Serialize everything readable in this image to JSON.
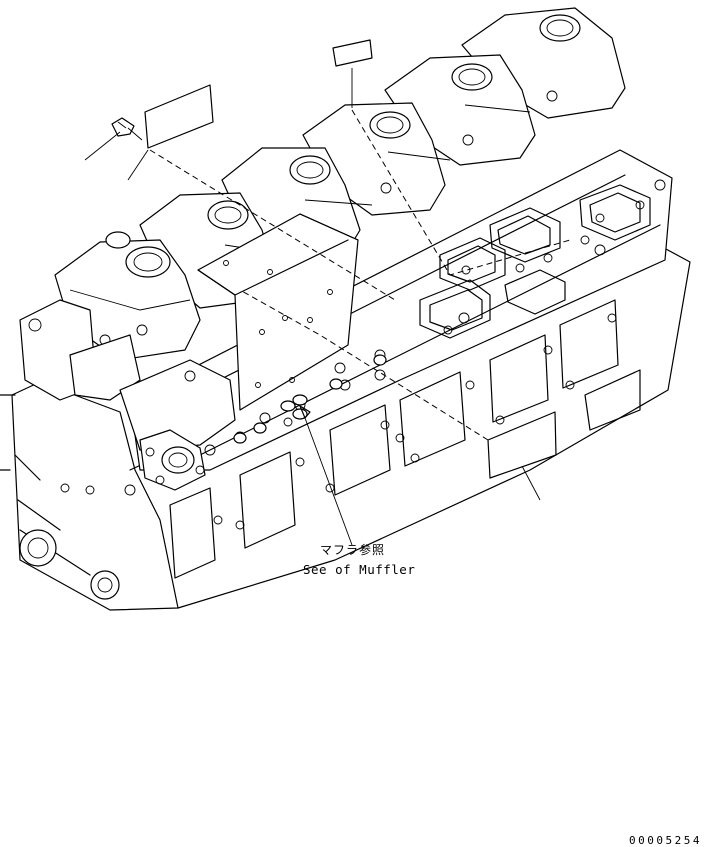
{
  "callout": {
    "japanese": "マフラ参照",
    "english": "See of Muffler"
  },
  "drawing_number": "00005254"
}
